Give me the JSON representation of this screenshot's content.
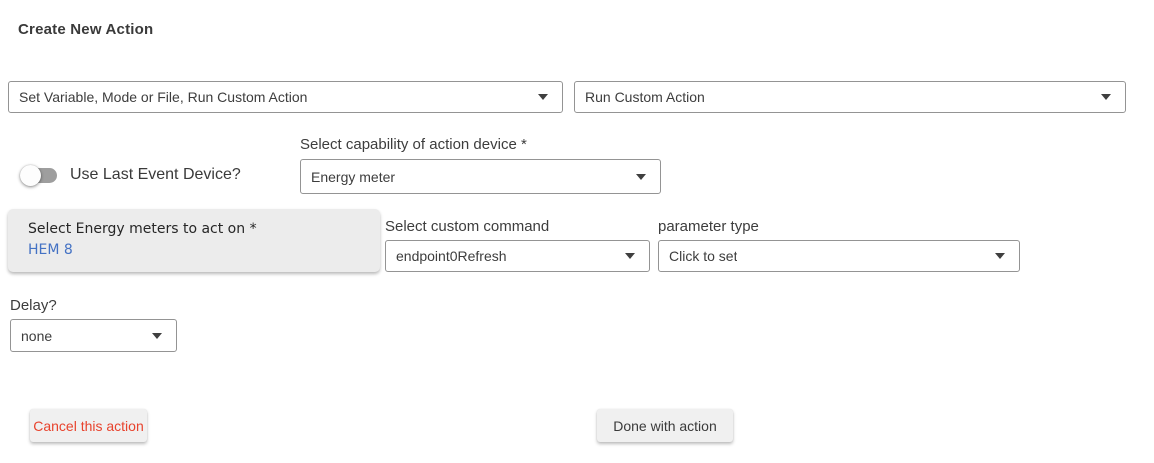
{
  "page": {
    "title": "Create New Action"
  },
  "colors": {
    "background": "#ffffff",
    "text_dark": "#3d3d3d",
    "dropdown_border": "#949494",
    "device_box_bg": "#ececec",
    "device_name_blue": "#4472c4",
    "cancel_red": "#e8432d",
    "button_bg": "#f0f0f0",
    "toggle_track_gray": "#9e9e9e"
  },
  "action_type_row": {
    "category_select": {
      "value": "Set Variable, Mode or File, Run Custom Action"
    },
    "action_select": {
      "value": "Run Custom Action"
    }
  },
  "device_row": {
    "use_last_event_toggle": {
      "label": "Use Last Event Device?",
      "state": "off"
    },
    "capability_select": {
      "label": "Select capability of action device *",
      "value": "Energy meter"
    }
  },
  "command_row": {
    "device_box": {
      "label": "Select Energy meters to act on *",
      "selected_device": "HEM 8"
    },
    "custom_command_select": {
      "label": "Select custom command",
      "value": "endpoint0Refresh"
    },
    "parameter_type_select": {
      "label": "parameter type",
      "value": "Click to set"
    }
  },
  "delay_row": {
    "label": "Delay?",
    "value": "none"
  },
  "footer": {
    "cancel_label": "Cancel this action",
    "done_label": "Done with action"
  }
}
